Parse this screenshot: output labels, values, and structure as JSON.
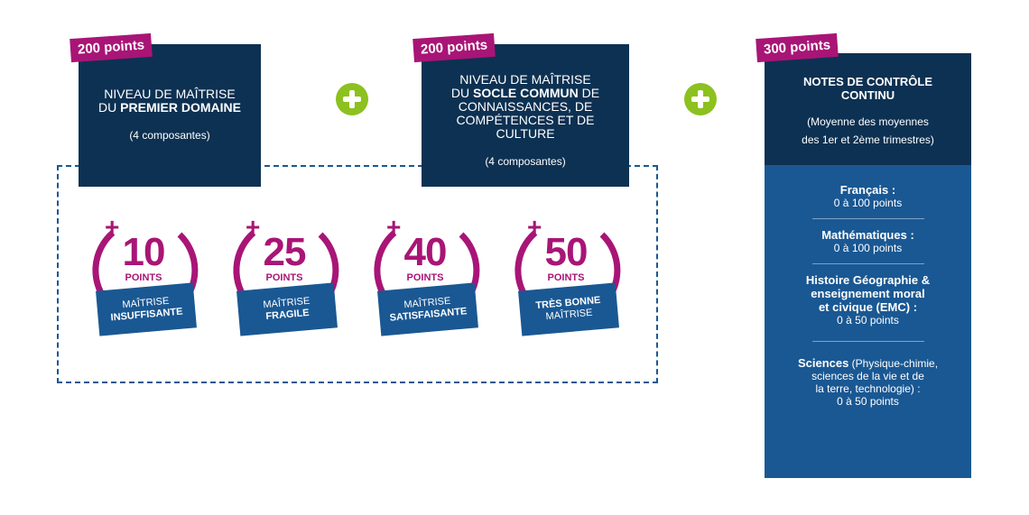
{
  "col1": {
    "tag": "200 points",
    "line1": "NIVEAU DE MAÎTRISE",
    "line2_prefix": "DU ",
    "line2_bold": "PREMIER DOMAINE",
    "note": "(4 composantes)"
  },
  "col2": {
    "tag": "200 points",
    "line1": "NIVEAU DE MAÎTRISE",
    "line2_prefix": "DU ",
    "line2_bold": "SOCLE COMMUN",
    "line2_suffix": " DE",
    "line3": "CONNAISSANCES, DE",
    "line4": "COMPÉTENCES ET DE",
    "line5": "CULTURE",
    "note": "(4 composantes)"
  },
  "col3": {
    "tag": "300 points",
    "title1": "NOTES DE CONTRÔLE",
    "title2": "CONTINU",
    "note1": "(Moyenne des moyennes",
    "note2": "des 1er et 2ème trimestres)",
    "subjects": [
      {
        "title": "Français :",
        "value": "0 à 100 points"
      },
      {
        "title": "Mathématiques :",
        "value": "0 à 100 points"
      },
      {
        "title1": "Histoire Géographie &",
        "title2": "enseignement moral",
        "title3": "et civique (EMC) :",
        "value": "0 à 50 points"
      },
      {
        "title": "Sciences",
        "extra1": " (Physique-chimie,",
        "extra2": "sciences de la vie et de",
        "extra3": "la terre, technologie) :",
        "value": "0 à 50 points"
      }
    ]
  },
  "badges": [
    {
      "plus": "+",
      "number": "10",
      "points": "POINTS",
      "line1": "MAÎTRISE",
      "line2": "INSUFFISANTE"
    },
    {
      "plus": "+",
      "number": "25",
      "points": "POINTS",
      "line1": "MAÎTRISE",
      "line2": "FRAGILE"
    },
    {
      "plus": "+",
      "number": "40",
      "points": "POINTS",
      "line1": "MAÎTRISE",
      "line2": "SATISFAISANTE"
    },
    {
      "plus": "+",
      "number": "50",
      "points": "POINTS",
      "line1": "TRÈS BONNE",
      "line2": "MAÎTRISE"
    }
  ],
  "colors": {
    "navy": "#0d3152",
    "blue": "#1a5893",
    "magenta": "#a81576",
    "green": "#8cc11f"
  }
}
